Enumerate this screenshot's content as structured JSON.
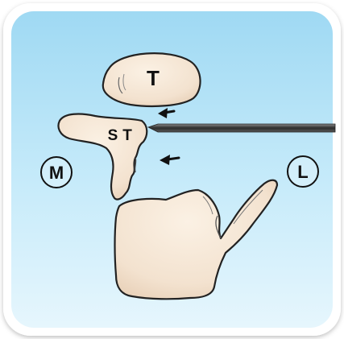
{
  "labels": {
    "talus": "T",
    "sustentaculum_s": "S",
    "sustentaculum_t": "T",
    "medial": "M",
    "lateral": "L"
  },
  "colors": {
    "background_top": "#9fd9f3",
    "background_bottom": "#e6f6fd",
    "frame": "#ffffff",
    "bone_fill": "#f4e6d4",
    "bone_shadow": "#ead4bd",
    "outline": "#222222",
    "pin": "#3a3a3a"
  },
  "icons": {
    "arrow_upper": "arrow-left-icon",
    "arrow_lower": "arrow-left-icon",
    "medial_marker": "circle-letter-icon",
    "lateral_marker": "circle-letter-icon"
  }
}
